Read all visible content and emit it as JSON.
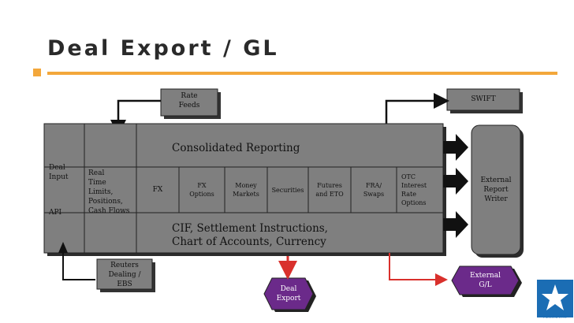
{
  "slide_title": "Deal Export / GL",
  "boxes": {
    "rate_feeds": [
      "Rate",
      "Feeds"
    ],
    "swift": "SWIFT",
    "consolidated_reporting": "Consolidated Reporting",
    "deal_input": [
      "Deal",
      "Input"
    ],
    "api": "API",
    "real_time": [
      "Real",
      "Time",
      "Limits,",
      "Positions,",
      "Cash Flows"
    ],
    "cif": [
      "CIF, Settlement Instructions,",
      "Chart of Accounts, Currency"
    ],
    "external_report_writer": [
      "External",
      "Report",
      "Writer"
    ],
    "reuters": [
      "Reuters",
      "Dealing /",
      "EBS"
    ],
    "deal_export": [
      "Deal",
      "Export"
    ],
    "external_gl": [
      "External",
      "G/L"
    ]
  },
  "products": [
    {
      "id": "fx",
      "lines": [
        "FX"
      ]
    },
    {
      "id": "fx-options",
      "lines": [
        "FX",
        "Options"
      ]
    },
    {
      "id": "money-markets",
      "lines": [
        "Money",
        "Markets"
      ]
    },
    {
      "id": "securities",
      "lines": [
        "Securities"
      ]
    },
    {
      "id": "futures",
      "lines": [
        "Futures",
        "and ETO"
      ]
    },
    {
      "id": "fra",
      "lines": [
        "FRA/",
        "Swaps"
      ]
    },
    {
      "id": "otc",
      "lines": [
        "OTC",
        "Interest",
        "Rate",
        "Options"
      ]
    }
  ],
  "logo_text": "TERASTAR",
  "colors": {
    "box_fill": "#7f7f7f",
    "accent": "#f3a73b",
    "arrow_red": "#d9302c",
    "gl_fill": "#6b2a8a",
    "logo_blue": "#1b6db4"
  }
}
